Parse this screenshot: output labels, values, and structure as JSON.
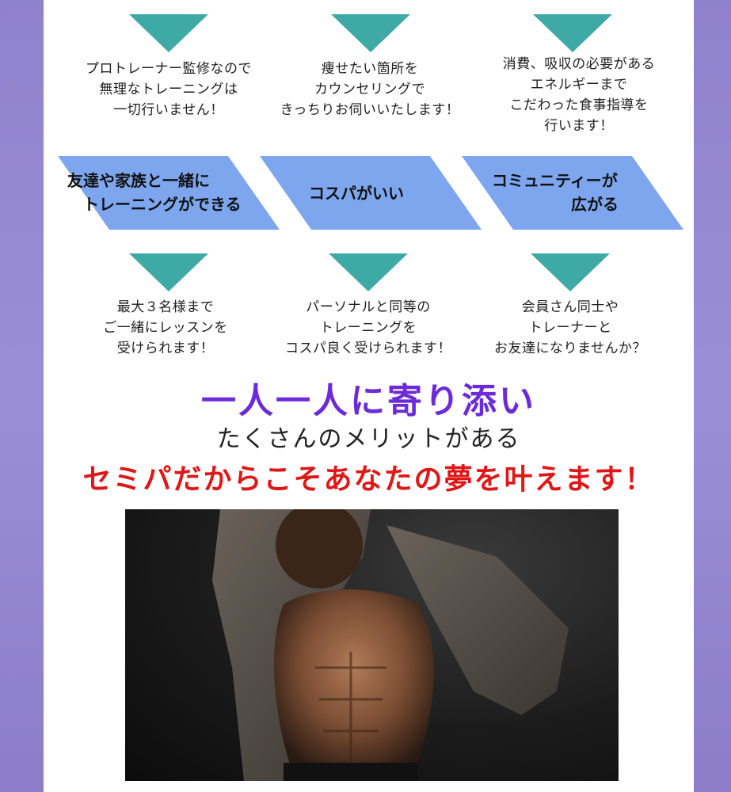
{
  "features_top": [
    {
      "text": "プロトレーナー監修なので\n無理なトレーニングは\n一切行いません！"
    },
    {
      "text": "痩せたい箇所を\nカウンセリングで\nきっちりお伺いいたします！"
    },
    {
      "text": "消費、吸収の必要がある\nエネルギーまで\nこだわった食事指導を\n行います！"
    }
  ],
  "bands": [
    {
      "line1": "友達や家族と一緒に",
      "line2": "　トレーニングができる"
    },
    {
      "line1": "コスパがいい",
      "line2": ""
    },
    {
      "line1": "コミュニティーが",
      "line2": "　　　　　広がる"
    }
  ],
  "features_bottom": [
    {
      "text": "最大３名様まで\nご一緒にレッスンを\n受けられます！"
    },
    {
      "text": "パーソナルと同等の\nトレーニングを\nコスパ良く受けられます！"
    },
    {
      "text": "会員さん同士や\nトレーナーと\nお友達になりませんか？"
    }
  ],
  "headline": {
    "line1": "一人一人に寄り添い",
    "line2": "たくさんのメリットがある",
    "line3": "セミパだからこそあなたの夢を叶えます！"
  },
  "colors": {
    "triangle": "#3fa9a5",
    "band": "#7ea6ef",
    "headline1": "#6b2bd9",
    "headline3": "#e01717",
    "side": "#8c7ec9"
  }
}
